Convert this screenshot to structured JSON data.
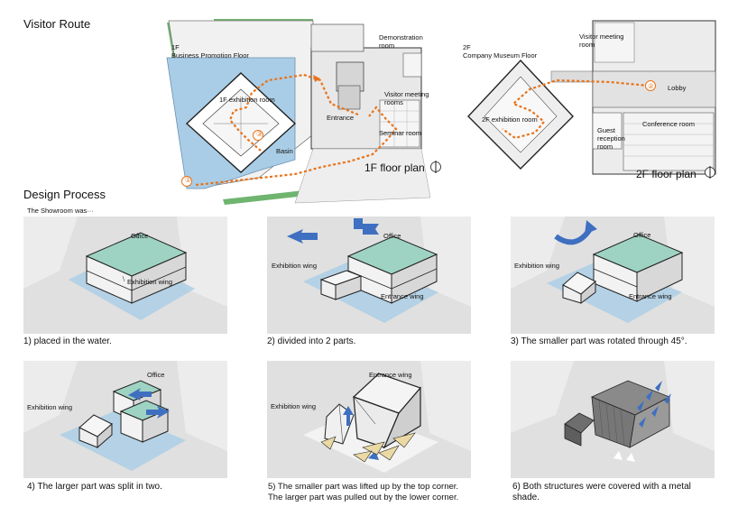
{
  "visitor_route": {
    "title": "Visitor Route",
    "plan1": {
      "caption": "1F floor plan",
      "floor": "1F",
      "floor_name": "Business Promotion Floor",
      "rooms": {
        "exhibition": "1F exhibition room",
        "basin": "Basin",
        "entrance": "Entrance",
        "demonstration": "Demonstration room",
        "visitor_meeting": "Visitor meeting rooms",
        "seminar": "Seminar room"
      },
      "markers": [
        "①",
        "③"
      ]
    },
    "plan2": {
      "caption": "2F floor plan",
      "floor": "2F",
      "floor_name": "Company Museum Floor",
      "rooms": {
        "exhibition": "2F exhibition room",
        "visitor_meeting": "Visitor meeting room",
        "lobby": "Lobby",
        "conference": "Conference room",
        "guest_reception": "Guest reception room"
      },
      "markers": [
        "②"
      ]
    }
  },
  "design_process": {
    "title": "Design Process",
    "intro": "The Showroom was···",
    "labels": {
      "office": "Office",
      "exhibition_wing": "Exhibition wing",
      "entrance_wing": "Entrance wing"
    },
    "steps": [
      {
        "caption": "1) placed in the water."
      },
      {
        "caption": "2) divided into 2 parts."
      },
      {
        "caption": "3) The smaller part was rotated through 45°."
      },
      {
        "caption": "4) The larger part was split in two."
      },
      {
        "caption_line1": "5) The smaller part was lifted up by the top corner.",
        "caption_line2": "The larger part was pulled out by the lower corner."
      },
      {
        "caption_line1": "6) Both structures were covered with a metal",
        "caption_line2": "shade."
      }
    ]
  },
  "colors": {
    "route": "#e8731a",
    "water": "#a9cde6",
    "office_roof": "#9ed3c3",
    "arrow_blue": "#3f6fc0",
    "ground": "#dcdcdc",
    "grass": "#6fb46f"
  }
}
